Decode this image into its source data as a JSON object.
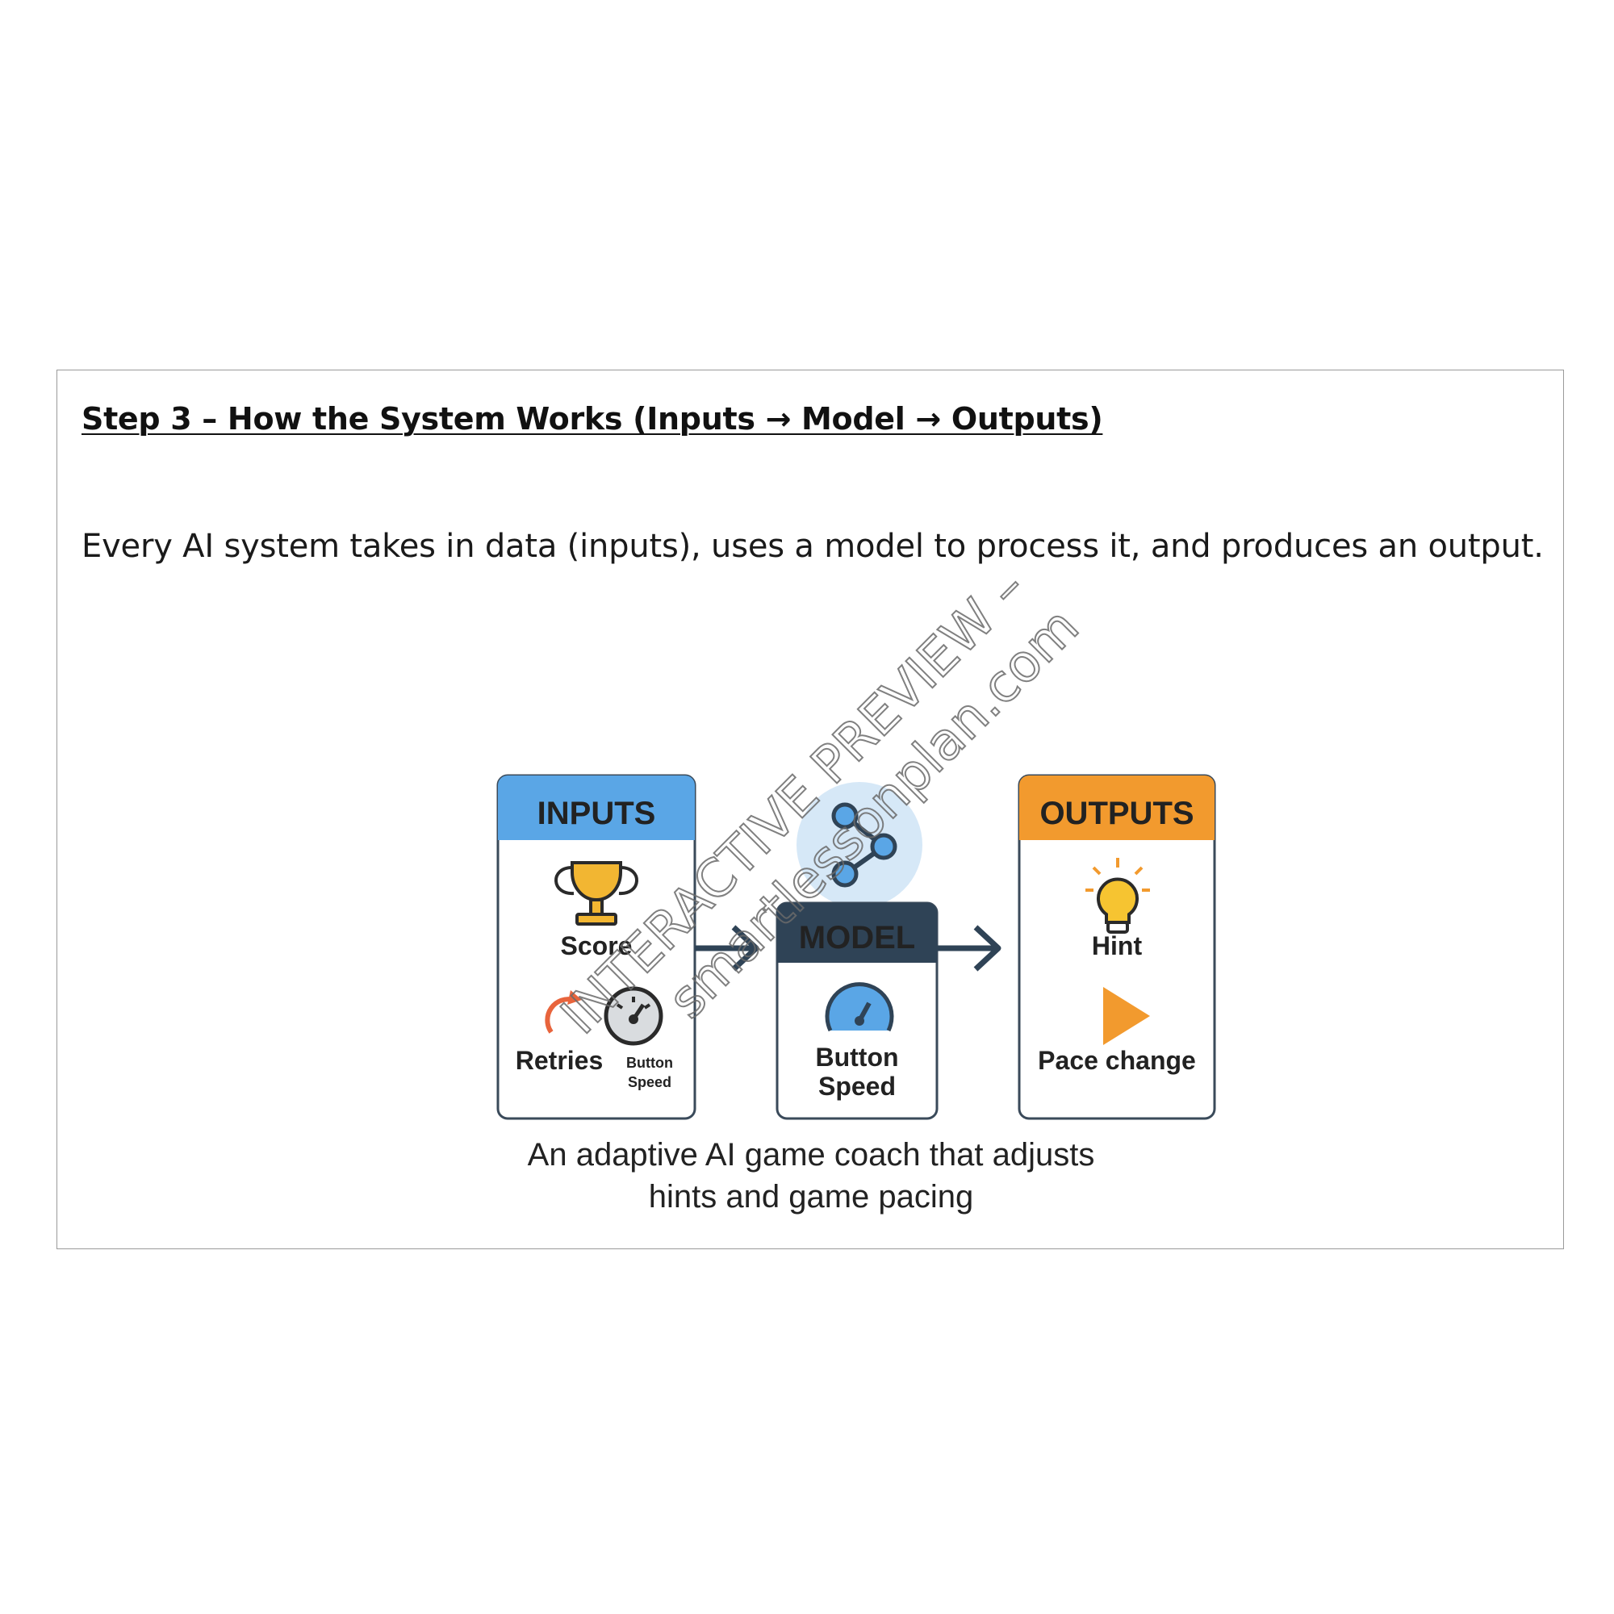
{
  "section": {
    "heading": "Step 3 – How the System Works (Inputs → Model → Outputs)",
    "paragraph": "Every AI system takes in data (inputs), uses a model to process it, and produces an output."
  },
  "diagram": {
    "inputs": {
      "title": "INPUTS",
      "items": [
        "Score",
        "Retries",
        "Button",
        "Speed"
      ],
      "icons": [
        "trophy-icon",
        "retry-arrow-icon",
        "speedometer-icon"
      ]
    },
    "model": {
      "title": "MODEL",
      "label_line1": "Button",
      "label_line2": "Speed",
      "icons": [
        "network-nodes-icon",
        "gauge-icon"
      ]
    },
    "outputs": {
      "title": "OUTPUTS",
      "items": [
        "Hint",
        "Pace change"
      ],
      "icons": [
        "lightbulb-icon",
        "play-icon"
      ]
    },
    "caption_line1": "An adaptive AI game coach that adjusts",
    "caption_line2": "hints and game pacing",
    "colors": {
      "inputs_header": "#5aa6e6",
      "outputs_header": "#f29a2e",
      "model_header": "#2f4356",
      "arrow": "#2f4356",
      "trophy": "#f2b632",
      "retry": "#e8643c",
      "bulb": "#f6c431",
      "play": "#f29a2e",
      "node_halo": "#d6e8f7",
      "node": "#5aa6e6"
    }
  },
  "watermark": {
    "line1": "INTERACTIVE PREVIEW –",
    "line2": "smartlessonplan.com"
  }
}
